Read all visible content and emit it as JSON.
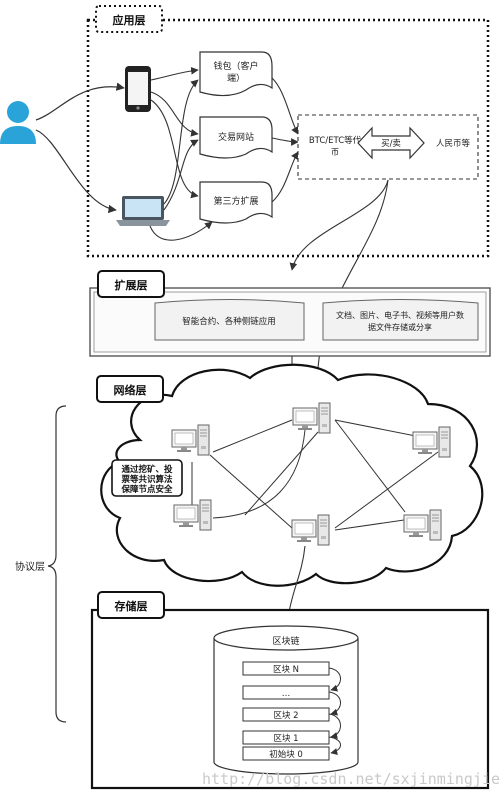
{
  "layers": {
    "application": {
      "title": "应用层",
      "wallet_line1": "钱包（客户",
      "wallet_line2": "端）",
      "exchange": "交易网站",
      "third_party": "第三方扩展",
      "coin_line1": "BTC/ETC等代",
      "coin_line2": "币",
      "trade": "买/卖",
      "rmb": "人民币等"
    },
    "extension": {
      "title": "扩展层",
      "smart_contract": "智能合约、各种侧链应用",
      "storage_line1": "文档、图片、电子书、视频等用户数",
      "storage_line2": "据文件存储或分享"
    },
    "network": {
      "title": "网络层",
      "consensus_line1": "通过挖矿、投",
      "consensus_line2": "票等共识算法",
      "consensus_line3": "保障节点安全"
    },
    "storage": {
      "title": "存储层",
      "blockchain": "区块链",
      "blocks": [
        "区块 N",
        "…",
        "区块 2",
        "区块 1",
        "初始块 0"
      ]
    },
    "protocol": "协议层"
  },
  "watermark": "http://blog.csdn.net/sxjinmingjie",
  "colors": {
    "user": "#29a3d8",
    "line": "#333333",
    "panel": "#f2f2f2"
  }
}
